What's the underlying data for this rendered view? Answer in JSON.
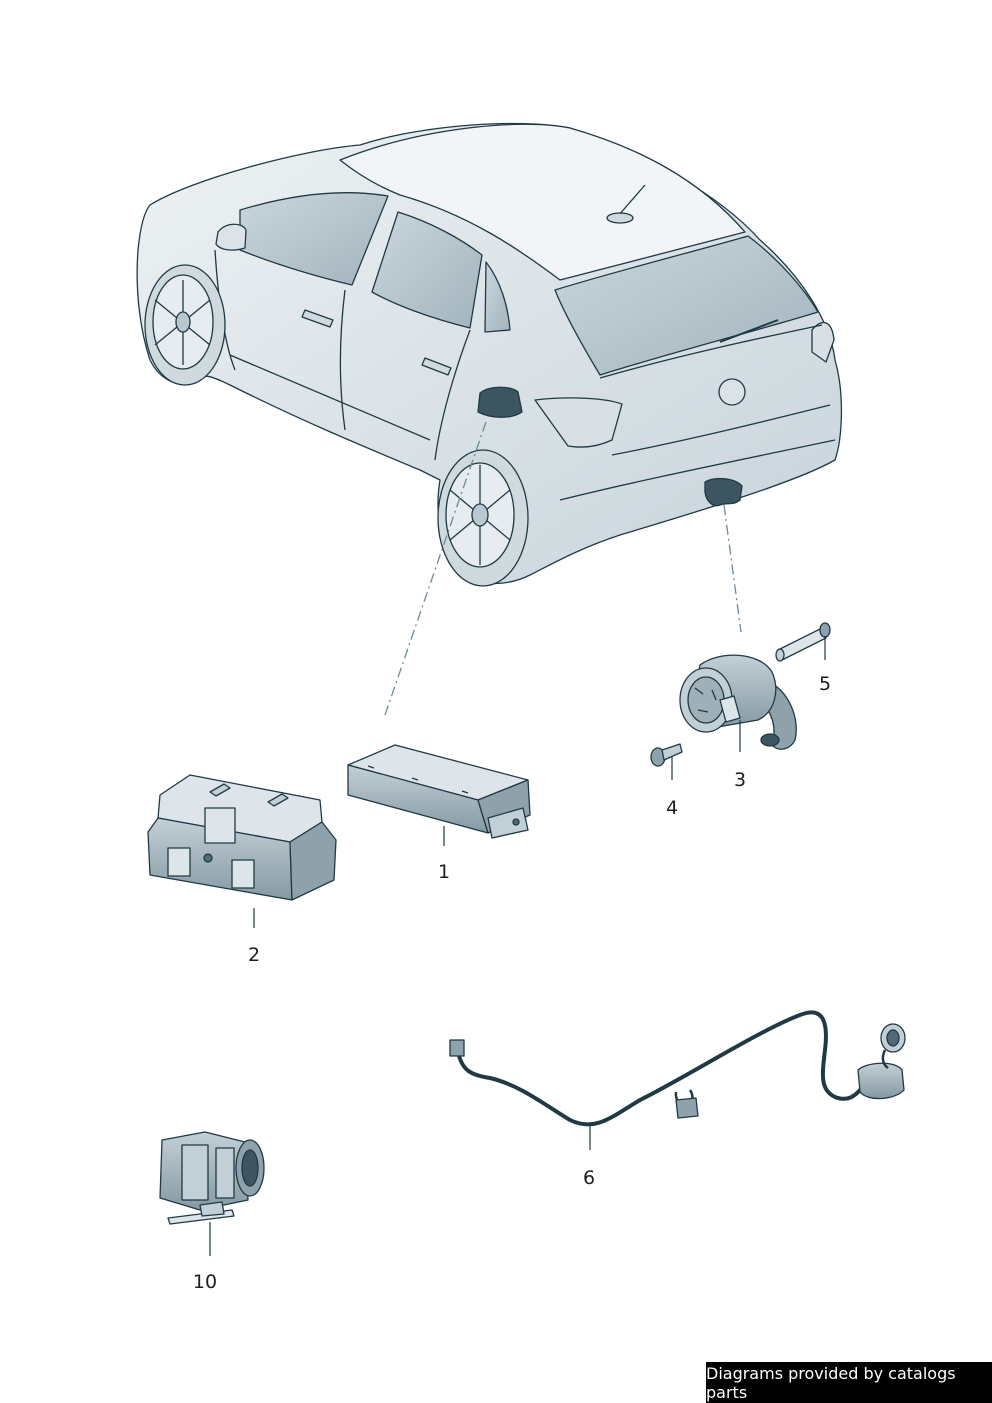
{
  "callouts": [
    {
      "id": "1",
      "label": "1"
    },
    {
      "id": "2",
      "label": "2"
    },
    {
      "id": "3",
      "label": "3"
    },
    {
      "id": "4",
      "label": "4"
    },
    {
      "id": "5",
      "label": "5"
    },
    {
      "id": "6",
      "label": "6"
    },
    {
      "id": "10",
      "label": "10"
    }
  ],
  "watermark": "Diagrams provided by catalogs parts",
  "colors": {
    "stroke": "#1f3a44",
    "body_fill": "#e3eaee",
    "body_shade": "#c9d5dc",
    "glass": "#b9c8cf",
    "part_fill": "#a9b8c0",
    "part_dark": "#526a75",
    "accent_dark": "#3c5560"
  }
}
